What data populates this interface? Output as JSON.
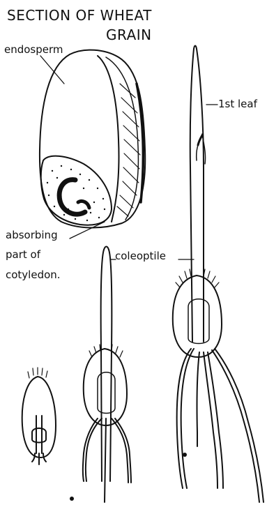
{
  "title": {
    "line1": "SECTION OF WHEAT",
    "line2": "GRAIN"
  },
  "labels": {
    "endosperm": "endosperm",
    "first_leaf": "1st leaf",
    "absorbing_line1": "absorbing",
    "absorbing_line2": "part of",
    "absorbing_line3": "cotyledon.",
    "coleoptile": "coleoptile"
  },
  "colors": {
    "ink": "#111111",
    "paper": "#ffffff"
  }
}
